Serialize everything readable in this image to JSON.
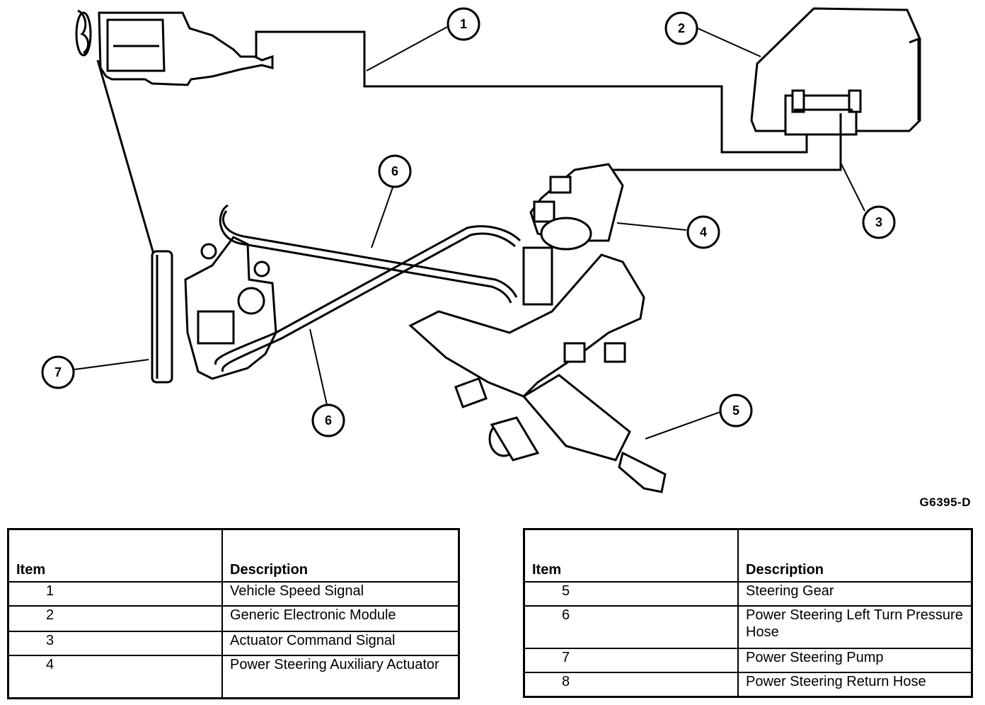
{
  "diagram": {
    "reference_code": "G6395-D",
    "callouts": [
      "1",
      "2",
      "3",
      "4",
      "5",
      "6",
      "6",
      "7"
    ]
  },
  "tables": {
    "left": {
      "header_item": "Item",
      "header_description": "Description",
      "rows": [
        {
          "item": "1",
          "description": "Vehicle Speed Signal"
        },
        {
          "item": "2",
          "description": "Generic Electronic Module"
        },
        {
          "item": "3",
          "description": "Actuator Command Signal"
        },
        {
          "item": "4",
          "description": "Power Steering Auxiliary Actuator"
        }
      ]
    },
    "right": {
      "header_item": "Item",
      "header_description": "Description",
      "rows": [
        {
          "item": "5",
          "description": "Steering Gear"
        },
        {
          "item": "6",
          "description": "Power Steering Left Turn Pressure Hose"
        },
        {
          "item": "7",
          "description": "Power Steering Pump"
        },
        {
          "item": "8",
          "description": "Power Steering Return Hose"
        }
      ]
    }
  }
}
